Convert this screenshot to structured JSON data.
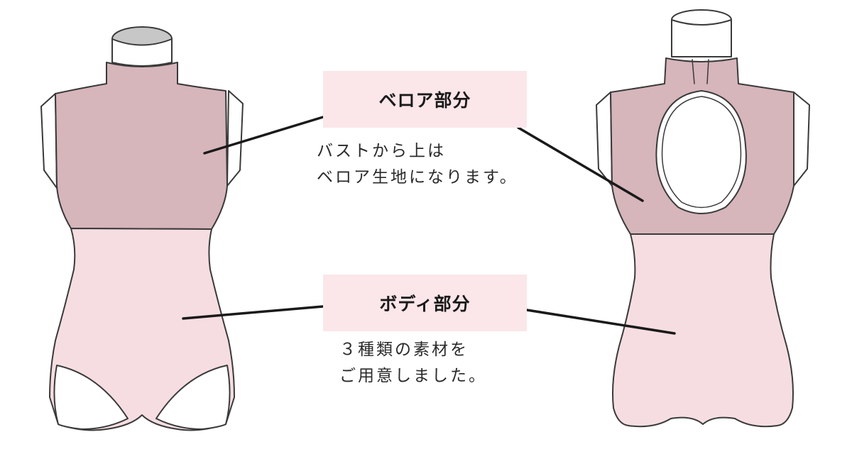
{
  "colors": {
    "velour": "#d6b5bb",
    "body": "#f6dde1",
    "label_bg": "#fbe6e9",
    "outline": "#3a3a3a",
    "mannequin": "#ffffff",
    "neck_cap": "#c7c7c7"
  },
  "labels": {
    "velour": "ベロア部分",
    "body": "ボディ部分"
  },
  "descriptions": {
    "velour": {
      "line1": "バストから上は",
      "line2": "ベロア生地になります。"
    },
    "body": {
      "line1": "３種類の素材を",
      "line2": "ご用意しました。"
    }
  },
  "figures": {
    "front": "front-view",
    "back": "back-view"
  }
}
